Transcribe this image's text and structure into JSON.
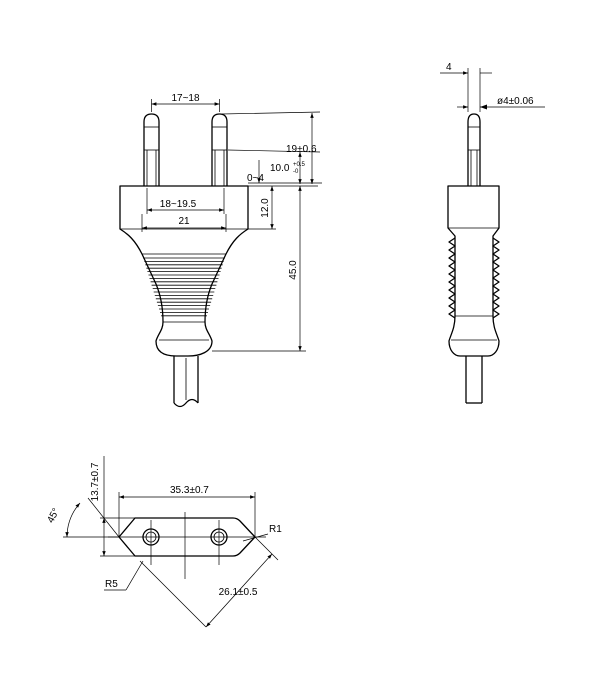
{
  "dimensions": {
    "pin_spacing": "17~18",
    "pin_length": "19±0.6",
    "pin_insulation": "10.0",
    "pin_insulation_tol_upper": "+0.5",
    "pin_insulation_tol_lower": "-0",
    "recess": "0~4",
    "inner_width": "18~19.5",
    "face_width": "21",
    "head_height": "12.0",
    "body_length": "45.0",
    "pin_offset": "4",
    "pin_diameter": "ø4±0.06",
    "face_length": "35.3±0.7",
    "face_height": "13.7±0.7",
    "angle": "45°",
    "radius_small": "R1",
    "radius_large": "R5",
    "diagonal": "26.1±0.5"
  }
}
